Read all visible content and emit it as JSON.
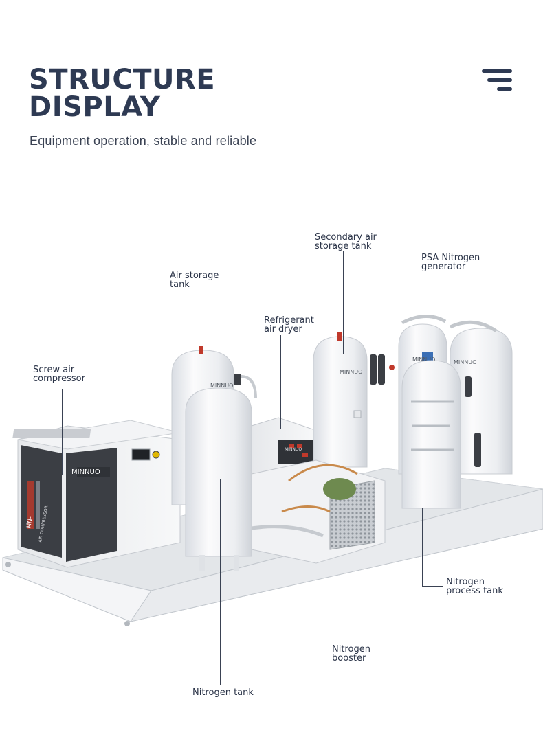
{
  "header": {
    "title_line1": "STRUCTURE",
    "title_line2": "DISPLAY",
    "subtitle": "Equipment operation, stable and reliable",
    "menu_icon": "hamburger-menu-icon"
  },
  "labels": {
    "secondary_air_storage_tank": [
      "Secondary air",
      "storage tank"
    ],
    "psa_nitrogen_generator": [
      "PSA Nitrogen",
      "generator"
    ],
    "air_storage_tank": [
      "Air storage",
      "tank"
    ],
    "refrigerant_air_dryer": [
      "Refrigerant",
      "air dryer"
    ],
    "screw_air_compressor": [
      "Screw air",
      "compressor"
    ],
    "nitrogen_process_tank": [
      "Nitrogen",
      "process tank"
    ],
    "nitrogen_booster": [
      "Nitrogen",
      "booster"
    ],
    "nitrogen_tank": "Nitrogen tank"
  },
  "equipment_marks": {
    "brand": "MINNUO",
    "compressor_model": "MN-",
    "compressor_type": "AIR COMPRESSOR"
  },
  "colors": {
    "title": "#2e3a53",
    "text": "#2b3448",
    "tank_white": "#f4f5f7",
    "compressor_dark": "#3b3e44",
    "accent_red": "#c0392b"
  }
}
